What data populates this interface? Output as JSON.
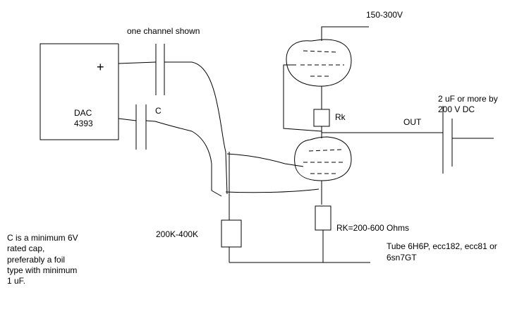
{
  "labels": {
    "supply": "150-300V",
    "channel_note": "one channel shown",
    "dac_name_line1": "DAC",
    "dac_name_line2": "4393",
    "plus_sign": "+",
    "cap_label": "C",
    "rk_upper": "Rk",
    "out": "OUT",
    "out_cap_line1": "2 uF or more by",
    "out_cap_line2": "200 V DC",
    "grid_resistor": "200K-400K",
    "rk_lower": "RK=200-600 Ohms",
    "tube_note_line1": "Tube 6H6P, ecc182, ecc81 or",
    "tube_note_line2": "6sn7GT",
    "cap_note_line1": "C is a minimum 6V",
    "cap_note_line2": "rated cap,",
    "cap_note_line3": "preferably a foil",
    "cap_note_line4": "type with minimum",
    "cap_note_line5": "1 uF."
  },
  "colors": {
    "ink": "#000000",
    "background": "#ffffff"
  }
}
